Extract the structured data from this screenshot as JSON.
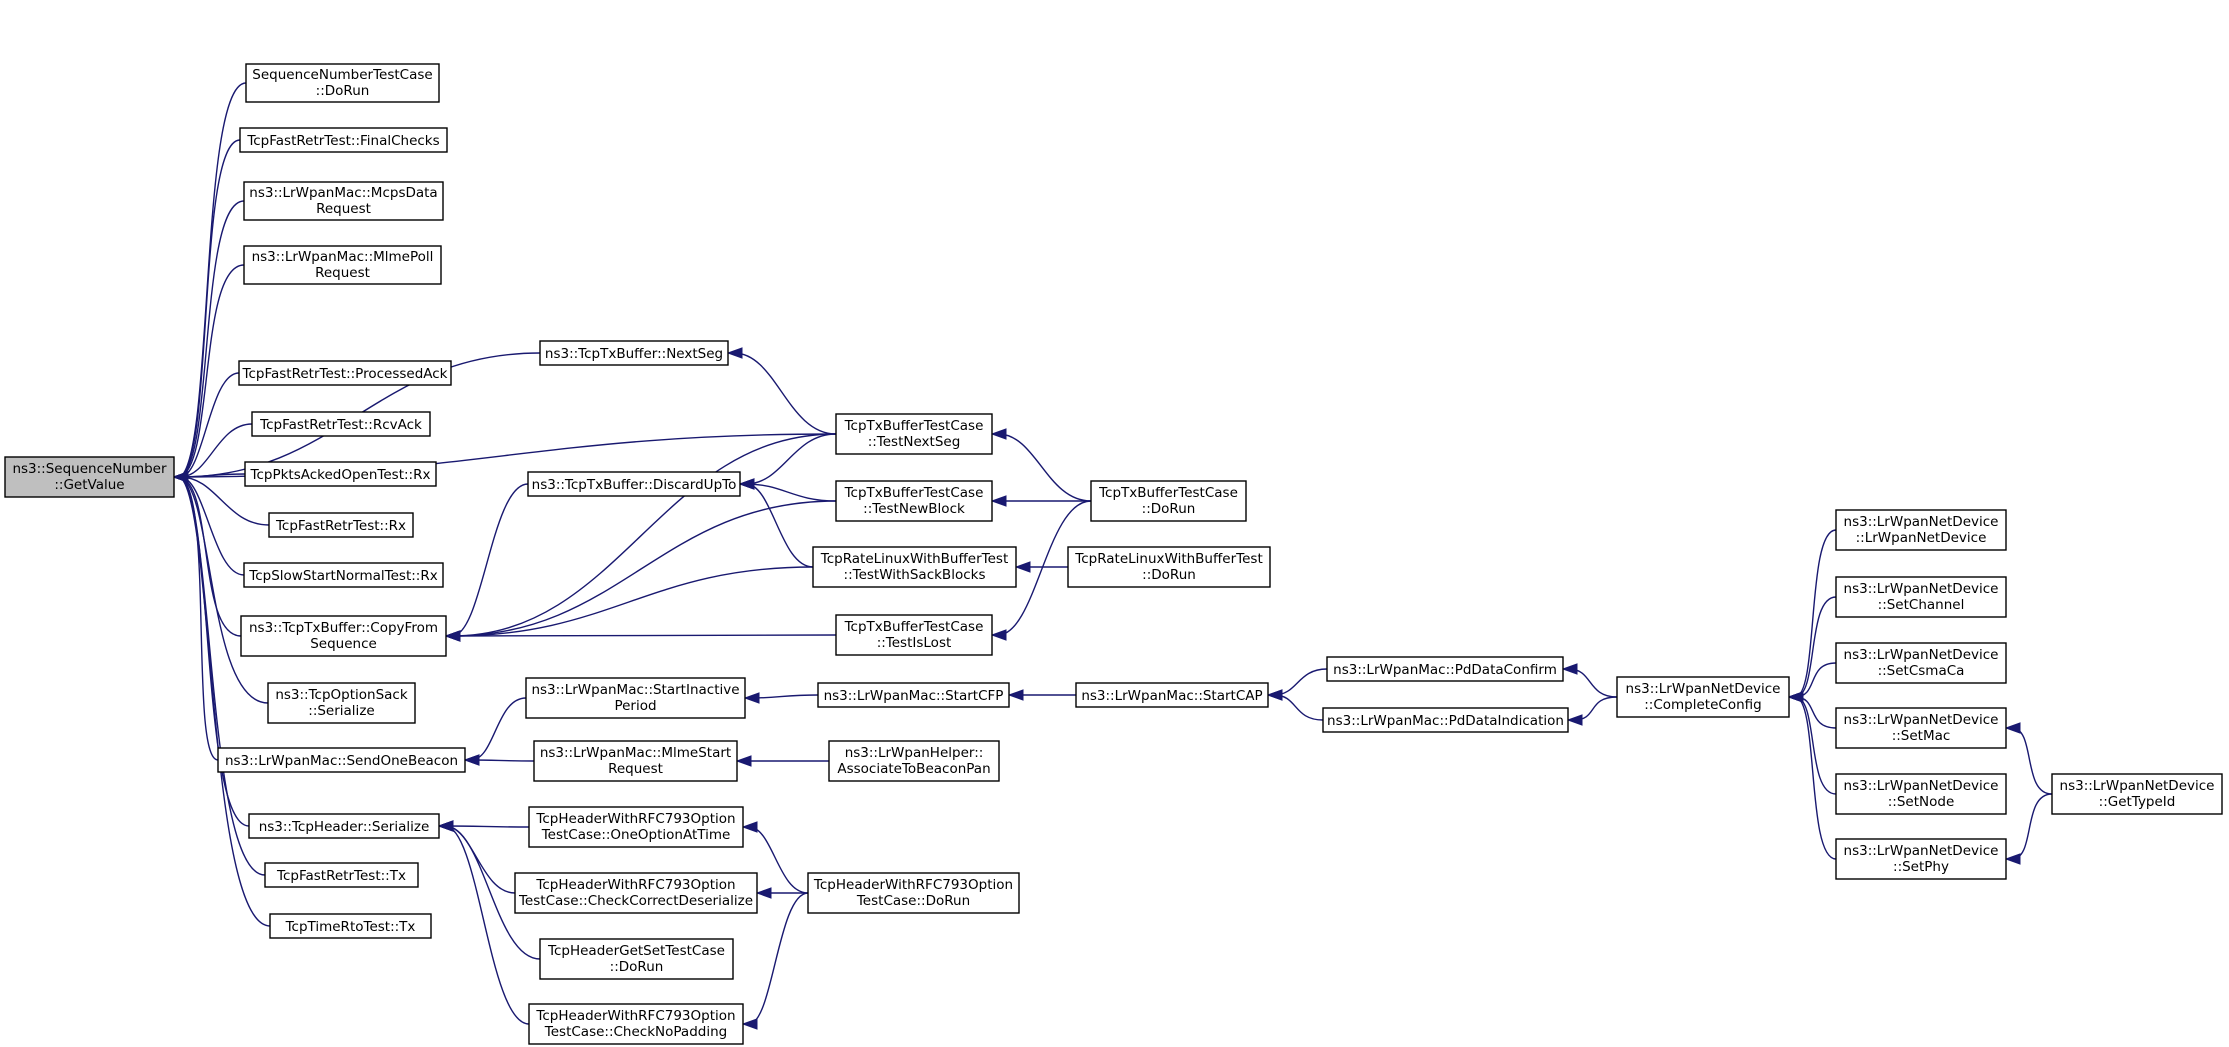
{
  "graph": {
    "edge_color": "#191970",
    "root_fill": "#bfbfbf",
    "nodes": {
      "root": [
        "ns3::SequenceNumber",
        "::GetValue"
      ],
      "seq_dorun": [
        "SequenceNumberTestCase",
        "::DoRun"
      ],
      "finalchecks": [
        "TcpFastRetrTest::FinalChecks"
      ],
      "mcpsdata": [
        "ns3::LrWpanMac::McpsData",
        "Request"
      ],
      "mlmepoll": [
        "ns3::LrWpanMac::MlmePoll",
        "Request"
      ],
      "nextseg": [
        "ns3::TcpTxBuffer::NextSeg"
      ],
      "processedack": [
        "TcpFastRetrTest::ProcessedAck"
      ],
      "rcvack": [
        "TcpFastRetrTest::RcvAck"
      ],
      "pktsacked_rx": [
        "TcpPktsAckedOpenTest::Rx"
      ],
      "fastretr_rx": [
        "TcpFastRetrTest::Rx"
      ],
      "slowstart_rx": [
        "TcpSlowStartNormalTest::Rx"
      ],
      "copyfrom": [
        "ns3::TcpTxBuffer::CopyFrom",
        "Sequence"
      ],
      "optsack": [
        "ns3::TcpOptionSack",
        "::Serialize"
      ],
      "sendbeacon": [
        "ns3::LrWpanMac::SendOneBeacon"
      ],
      "hdr_serialize": [
        "ns3::TcpHeader::Serialize"
      ],
      "fastretr_tx": [
        "TcpFastRetrTest::Tx"
      ],
      "timerto_tx": [
        "TcpTimeRtoTest::Tx"
      ],
      "discardupto": [
        "ns3::TcpTxBuffer::DiscardUpTo"
      ],
      "testnextseg": [
        "TcpTxBufferTestCase",
        "::TestNextSeg"
      ],
      "testnewblock": [
        "TcpTxBufferTestCase",
        "::TestNewBlock"
      ],
      "testwithsack": [
        "TcpRateLinuxWithBufferTest",
        "::TestWithSackBlocks"
      ],
      "testislost": [
        "TcpTxBufferTestCase",
        "::TestIsLost"
      ],
      "txbuf_dorun": [
        "TcpTxBufferTestCase",
        "::DoRun"
      ],
      "ratelinux_dorun": [
        "TcpRateLinuxWithBufferTest",
        "::DoRun"
      ],
      "startinactive": [
        "ns3::LrWpanMac::StartInactive",
        "Period"
      ],
      "mlmestart": [
        "ns3::LrWpanMac::MlmeStart",
        "Request"
      ],
      "startcfp": [
        "ns3::LrWpanMac::StartCFP"
      ],
      "associate": [
        "ns3::LrWpanHelper::",
        "AssociateToBeaconPan"
      ],
      "startcap": [
        "ns3::LrWpanMac::StartCAP"
      ],
      "pddataconfirm": [
        "ns3::LrWpanMac::PdDataConfirm"
      ],
      "pddataind": [
        "ns3::LrWpanMac::PdDataIndication"
      ],
      "completeconfig": [
        "ns3::LrWpanNetDevice",
        "::CompleteConfig"
      ],
      "nd_ctor": [
        "ns3::LrWpanNetDevice",
        "::LrWpanNetDevice"
      ],
      "nd_setchannel": [
        "ns3::LrWpanNetDevice",
        "::SetChannel"
      ],
      "nd_setcsmaca": [
        "ns3::LrWpanNetDevice",
        "::SetCsmaCa"
      ],
      "nd_setmac": [
        "ns3::LrWpanNetDevice",
        "::SetMac"
      ],
      "nd_setnode": [
        "ns3::LrWpanNetDevice",
        "::SetNode"
      ],
      "nd_setphy": [
        "ns3::LrWpanNetDevice",
        "::SetPhy"
      ],
      "nd_gettypeid": [
        "ns3::LrWpanNetDevice",
        "::GetTypeId"
      ],
      "oneoption": [
        "TcpHeaderWithRFC793Option",
        "TestCase::OneOptionAtTime"
      ],
      "checkcorrect": [
        "TcpHeaderWithRFC793Option",
        "TestCase::CheckCorrectDeserialize"
      ],
      "rfc793_dorun": [
        "TcpHeaderWithRFC793Option",
        "TestCase::DoRun"
      ],
      "getset_dorun": [
        "TcpHeaderGetSetTestCase",
        "::DoRun"
      ],
      "checknopad": [
        "TcpHeaderWithRFC793Option",
        "TestCase::CheckNoPadding"
      ]
    }
  }
}
